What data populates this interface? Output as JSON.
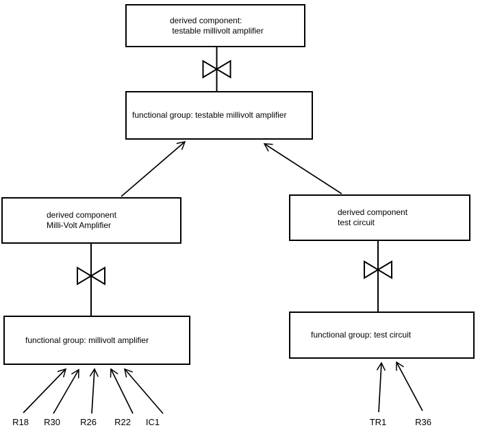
{
  "diagram": {
    "description": "component hierarchy diagram",
    "colors": {
      "background": "#ffffff",
      "line": "#000000",
      "text": "#000000"
    },
    "nodes": {
      "derived_testable": {
        "line1": "derived component:",
        "line2": " testable millivolt amplifier"
      },
      "fg_testable": {
        "label": "functional group: testable millivolt amplifier"
      },
      "derived_mv": {
        "line1": "derived component",
        "line2": "Milli-Volt Amplifier"
      },
      "fg_mv": {
        "label": "functional group: millivolt amplifier"
      },
      "derived_test": {
        "line1": "derived component",
        "line2": "test circuit"
      },
      "fg_test": {
        "label": "functional group: test circuit"
      }
    },
    "leaves": {
      "r18": {
        "label": "R18"
      },
      "r30": {
        "label": "R30"
      },
      "r26": {
        "label": "R26"
      },
      "r22": {
        "label": "R22"
      },
      "ic1": {
        "label": "IC1"
      },
      "tr1": {
        "label": "TR1"
      },
      "r36": {
        "label": "R36"
      }
    }
  }
}
